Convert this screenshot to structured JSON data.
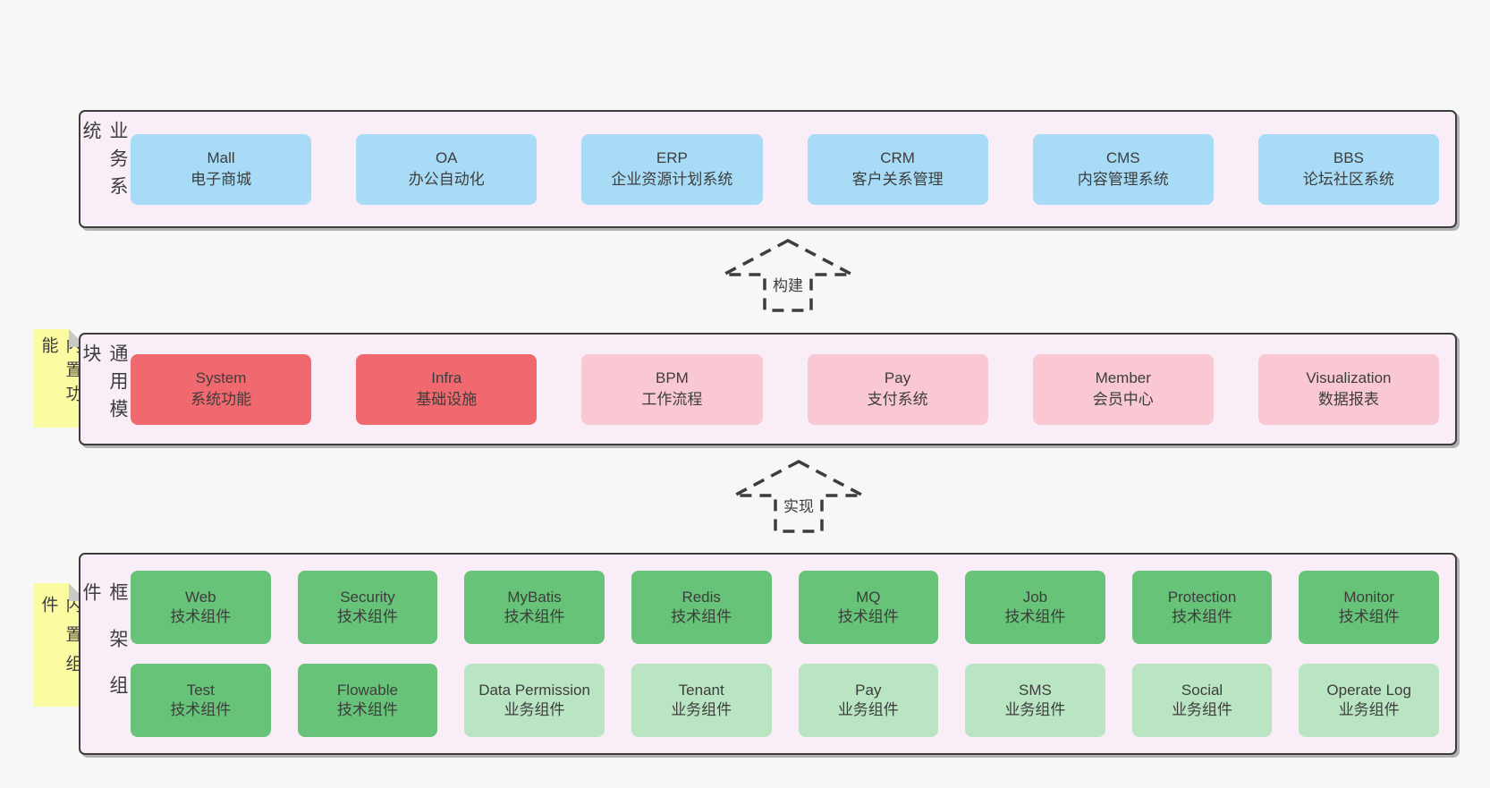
{
  "palette": {
    "page_bg": "#f7f7f7",
    "layer_bg": "#f9eef7",
    "border_and_text": "#3d3d3d",
    "node_blue": "#a8dbf5",
    "node_red": "#ef696e",
    "node_pink": "#f9c8d2",
    "node_green": "#67c377",
    "node_light_green": "#bae5c3",
    "note_yellow": "#fbfba1",
    "note_fold_gray": "#c9c9c9"
  },
  "layers": [
    {
      "id": "business-systems",
      "label": "业务系统",
      "boxes": [
        {
          "title": "Mall",
          "subtitle": "电子商城"
        },
        {
          "title": "OA",
          "subtitle": "办公自动化"
        },
        {
          "title": "ERP",
          "subtitle": "企业资源计划系统"
        },
        {
          "title": "CRM",
          "subtitle": "客户关系管理"
        },
        {
          "title": "CMS",
          "subtitle": "内容管理系统"
        },
        {
          "title": "BBS",
          "subtitle": "论坛社区系统"
        }
      ]
    },
    {
      "id": "common-modules",
      "label": "通用模块",
      "note": "内置功能",
      "boxes": [
        {
          "title": "System",
          "subtitle": "系统功能"
        },
        {
          "title": "Infra",
          "subtitle": "基础设施"
        },
        {
          "title": "BPM",
          "subtitle": "工作流程"
        },
        {
          "title": "Pay",
          "subtitle": "支付系统"
        },
        {
          "title": "Member",
          "subtitle": "会员中心"
        },
        {
          "title": "Visualization",
          "subtitle": "数据报表"
        }
      ]
    },
    {
      "id": "framework-components",
      "label": "框架组件",
      "note": "内置组件",
      "boxes": [
        {
          "title": "Web",
          "subtitle": "技术组件"
        },
        {
          "title": "Security",
          "subtitle": "技术组件"
        },
        {
          "title": "MyBatis",
          "subtitle": "技术组件"
        },
        {
          "title": "Redis",
          "subtitle": "技术组件"
        },
        {
          "title": "MQ",
          "subtitle": "技术组件"
        },
        {
          "title": "Job",
          "subtitle": "技术组件"
        },
        {
          "title": "Protection",
          "subtitle": "技术组件"
        },
        {
          "title": "Monitor",
          "subtitle": "技术组件"
        },
        {
          "title": "Test",
          "subtitle": "技术组件"
        },
        {
          "title": "Flowable",
          "subtitle": "技术组件"
        },
        {
          "title": "Data Permission",
          "subtitle": "业务组件"
        },
        {
          "title": "Tenant",
          "subtitle": "业务组件"
        },
        {
          "title": "Pay",
          "subtitle": "业务组件"
        },
        {
          "title": "SMS",
          "subtitle": "业务组件"
        },
        {
          "title": "Social",
          "subtitle": "业务组件"
        },
        {
          "title": "Operate Log",
          "subtitle": "业务组件"
        }
      ]
    }
  ],
  "arrows": [
    {
      "id": "build",
      "label": "构建"
    },
    {
      "id": "implement",
      "label": "实现"
    }
  ]
}
